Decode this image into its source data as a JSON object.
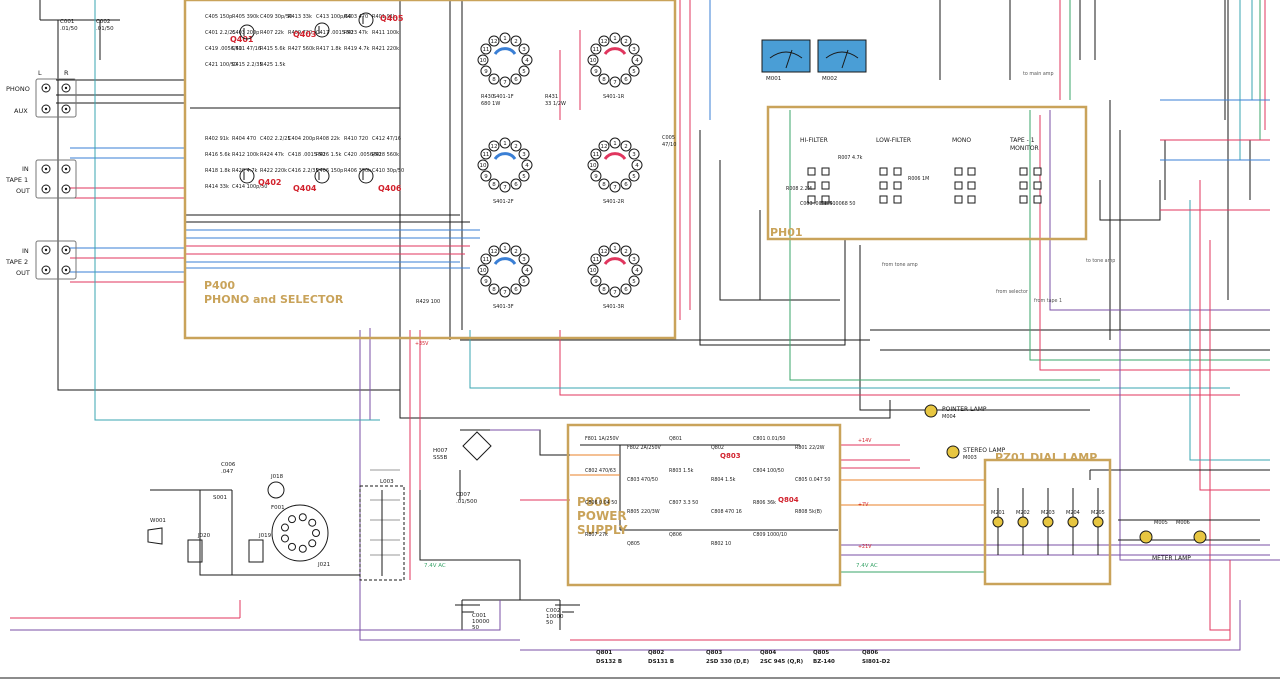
{
  "colors": {
    "board_border": "#c9a35a",
    "board_title": "#c9a35a",
    "ref_red": "#d2222d",
    "wire_black": "#1a1a1a",
    "wire_blue": "#3a7fd5",
    "wire_red": "#e0365e",
    "wire_green": "#3aa56a",
    "wire_teal": "#3aa6b0",
    "wire_purple": "#7a4fa5",
    "wire_orange": "#e8822a",
    "wire_gray": "#9a9a9a",
    "meter_blue": "#4a9ed6",
    "lamp_yellow": "#e7c641"
  },
  "boards": {
    "p400": {
      "title": "P400",
      "subtitle": "PHONO and SELECTOR"
    },
    "ph01": {
      "title": "PH01"
    },
    "p800": {
      "title": "P800",
      "subtitle1": "POWER",
      "subtitle2": "SUPPLY"
    },
    "pz01": {
      "title": "PZ01 DIAL LAMP"
    }
  },
  "jacks": {
    "phono": "PHONO",
    "aux": "AUX",
    "l": "L",
    "r": "R",
    "tape1_in": "IN",
    "tape1": "TAPE 1",
    "tape1_out": "OUT",
    "tape2_in": "IN",
    "tape2": "TAPE 2",
    "tape2_out": "OUT"
  },
  "input_caps": [
    {
      "ref": "C001",
      "value": ".01/50"
    },
    {
      "ref": "C002",
      "value": ".01/50"
    }
  ],
  "transistors": [
    {
      "ref": "Q401"
    },
    {
      "ref": "Q402"
    },
    {
      "ref": "Q403"
    },
    {
      "ref": "Q404"
    },
    {
      "ref": "Q405"
    },
    {
      "ref": "Q406"
    },
    {
      "ref": "Q803"
    },
    {
      "ref": "Q804"
    }
  ],
  "p400_parts": [
    "C405 150p",
    "R405 390k",
    "C409 30p/50",
    "R413 33k",
    "C413 100p/50",
    "R403 470",
    "R401 91k",
    "C401 2.2/25",
    "C403 200p",
    "R407 22k",
    "R409 720",
    "C417 .0015 50",
    "R423 47k",
    "R411 100k",
    "C419 .0056/50",
    "C411 47/16",
    "R415 5.6k",
    "R427 560k",
    "R417 1.8k",
    "R419 4.7k",
    "R421 220k",
    "C421 100/50",
    "C415 2.2/35",
    "R425 1.5k",
    "R402 91k",
    "R404 470",
    "C402 2.2/25",
    "C404 200p",
    "R408 22k",
    "R410 720",
    "C412 47/16",
    "R416 5.6k",
    "R412 100k",
    "R424 47k",
    "C418 .0015 50",
    "R426 1.5k",
    "C420 .0056/50",
    "R428 560k",
    "R418 1.8k",
    "R420 4.7k",
    "R422 220k",
    "C416 2.2/35",
    "C406 150p",
    "R406 390k",
    "C410 30p/50",
    "R414 33k",
    "C414 100p/50",
    "R429 100"
  ],
  "selector": {
    "wafers": [
      "S401-1F",
      "S401-1R",
      "S401-2F",
      "S401-2R",
      "S401-3F",
      "S401-3R"
    ],
    "r430": "R430",
    "r430v": "680 1W",
    "r431": "R431",
    "r431v": "33 1/2W",
    "c005": "C005",
    "c005v": "47/10"
  },
  "meters": [
    {
      "ref": "M001"
    },
    {
      "ref": "M002"
    }
  ],
  "ph01_labels": {
    "hi_filter": "HI-FILTER",
    "low_filter": "LOW-FILTER",
    "mono": "MONO",
    "tape1_monitor": "TAPE - 1",
    "monitor": "MONITOR"
  },
  "ph01_parts": [
    "R007 4.7k",
    "C003 .0068 50",
    "C004 .0068 50",
    "R008 2.2M",
    "R006 1M"
  ],
  "notes": {
    "to_main_amp": "to main amp",
    "from_tone_amp": "from tone amp",
    "from_selector": "from selector",
    "from_tape1": "from tape 1",
    "to_tone_amp": "to tone amp"
  },
  "lamps": {
    "pointer": "POINTER LAMP",
    "pointer_ref": "M004",
    "stereo": "STEREO LAMP",
    "stereo_ref": "M003",
    "meter": "METER LAMP",
    "meter_refs": [
      "M005",
      "M006"
    ],
    "dial_refs": [
      "M201",
      "M202",
      "M203",
      "M204",
      "M205"
    ]
  },
  "power": {
    "h007": "H007",
    "h007v": "SS5B",
    "c007": "C007",
    "c007v": ".01/500",
    "c001": "C001",
    "c001v": "10000",
    "c001v2": "50",
    "c002": "C002",
    "c002v": "10000",
    "c002v2": "50",
    "l003": "L003",
    "s001": "S001",
    "c006": "C006",
    "c006v": ".047",
    "j018": "J018",
    "f001": "F001",
    "j019": "J019",
    "j020": "J020",
    "j021": "J021",
    "w001": "W001",
    "ac": "7.4V AC",
    "p800_parts": [
      "F801 1A/250V",
      "F802 2A/250V",
      "Q801",
      "Q802",
      "C801 0.01/50",
      "R801 22/2W",
      "C802 470/63",
      "C803 470/50",
      "R803 1.5k",
      "R804 1.5k",
      "C804 100/50",
      "C805 0.047 50",
      "C806 0.04 50",
      "R805 220/3W",
      "C807 3.3 50",
      "C808 470 16",
      "R806 36k",
      "R808 5k(B)",
      "R807 27k",
      "Q805",
      "Q806",
      "R802 10",
      "C809 1000/10"
    ],
    "supply_voltages": [
      "+35V",
      "+14V",
      "+7V",
      "+21V"
    ]
  },
  "footer": [
    {
      "ref": "Q801",
      "type": "DS132 B"
    },
    {
      "ref": "Q802",
      "type": "DS131 B"
    },
    {
      "ref": "Q803",
      "type": "2SD 330 (D,E)"
    },
    {
      "ref": "Q804",
      "type": "2SC 945 (Q,R)"
    },
    {
      "ref": "Q805",
      "type": "BZ-140"
    },
    {
      "ref": "Q806",
      "type": "SI801-D2"
    }
  ]
}
